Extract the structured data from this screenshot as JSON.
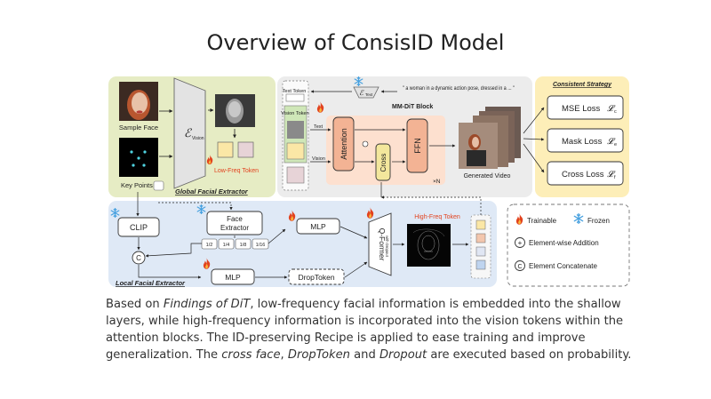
{
  "page": {
    "title": "Overview of ConsisID Model",
    "caption": {
      "p1": "Based on ",
      "i1": "Findings of DiT",
      "p2": ", low-frequency facial information is embedded into the shallow layers, while high-frequency information is incorporated into the vision tokens within the attention blocks. The ID-preserving Recipe is applied to ease training and improve generalization. The ",
      "i2": "cross face",
      "p3": ", ",
      "i3": "DropToken",
      "p4": " and ",
      "i4": "Dropout",
      "p5": " are executed based on probability."
    }
  },
  "diagram": {
    "global": {
      "label": "Global Facial Extractor",
      "sample_face": "Sample Face",
      "key_points": "Key Points",
      "encoder_symbol": "ℰ",
      "encoder_sub": "Vision",
      "low_freq": "Low-Freq Token"
    },
    "mmdit": {
      "block_label": "MM-DiT Block",
      "text_token": "Text Token",
      "vision_token": "Vision Token",
      "prompt": "\" a woman in a dynamic action pose, dressed in a ... \"",
      "text_encoder_symbol": "ℰ",
      "text_encoder_sub": "Text",
      "attention": "Attention",
      "cross": "Cross",
      "ffn": "FFN",
      "stream_text": "Text",
      "stream_vision": "Vision",
      "repeat": "×N",
      "generated": "Generated Video"
    },
    "strategy": {
      "title": "Consistent Strategy",
      "losses": [
        {
          "label": "MSE Loss",
          "sym": "𝓛",
          "sub": "c"
        },
        {
          "label": "Mask Loss",
          "sym": "𝓛",
          "sub": "e"
        },
        {
          "label": "Cross Loss",
          "sym": "𝓛",
          "sub": "f"
        }
      ]
    },
    "local": {
      "label": "Local Facial Extractor",
      "clip": "CLIP",
      "face_extractor_1": "Face",
      "face_extractor_2": "Extractor",
      "scales": [
        "1/2",
        "1/4",
        "1/8",
        "1/16"
      ],
      "mlp_top": "MLP",
      "mlp_bottom": "MLP",
      "drop_token": "DropToken",
      "qformer": "Q-Former",
      "qformer_sub": "with Dropout",
      "high_freq": "High-Freq Token",
      "concat": "C"
    },
    "legend": {
      "trainable": "Trainable",
      "frozen": "Frozen",
      "addition": "Element-wise Addition",
      "concatenate": "Element Concatenate",
      "plus": "+",
      "c": "C"
    },
    "colors": {
      "global_bg": "#e6ecc4",
      "mmdit_bg": "#ececec",
      "mmdit_inner": "#fde0cf",
      "strategy_bg": "#fdeeb8",
      "local_bg": "#dfe9f6",
      "attention": "#f3b394",
      "cross": "#f3e79c",
      "fire": "#e2431f",
      "frozen": "#49a2e0",
      "lowfreq_text": "#e2431f"
    }
  }
}
